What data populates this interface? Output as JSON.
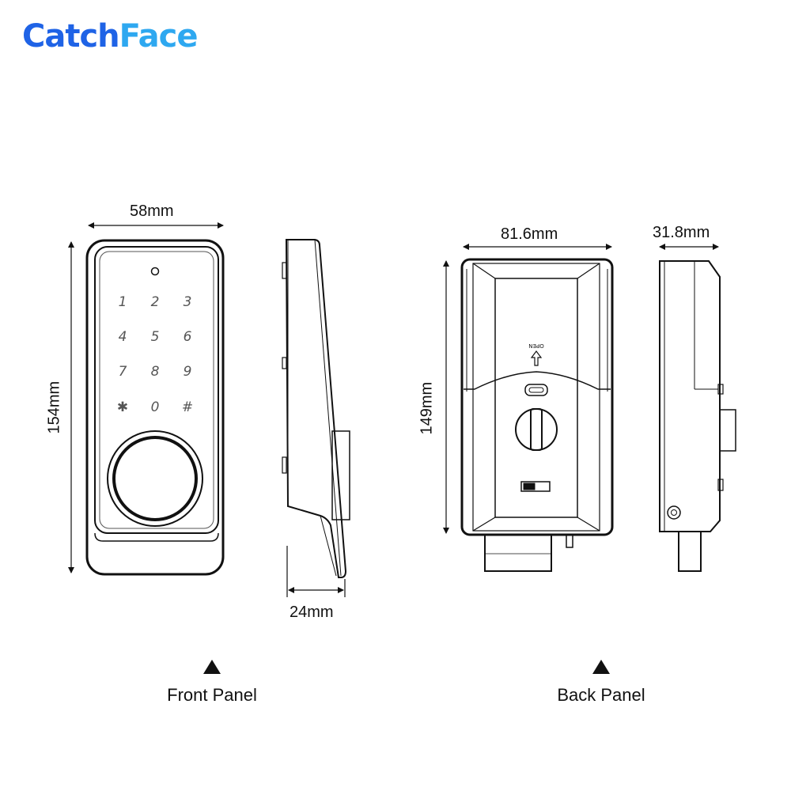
{
  "brand": {
    "part1": "Catch",
    "part2": "Face"
  },
  "dimensions": {
    "front_width": "58mm",
    "front_height": "154mm",
    "side_depth": "24mm",
    "back_width": "81.6mm",
    "back_height": "149mm",
    "back_side_depth": "31.8mm"
  },
  "keypad": [
    "1",
    "2",
    "3",
    "4",
    "5",
    "6",
    "7",
    "8",
    "9",
    "✱",
    "0",
    "#"
  ],
  "back_label": "OPEN",
  "captions": {
    "front": "Front Panel",
    "back": "Back Panel"
  }
}
